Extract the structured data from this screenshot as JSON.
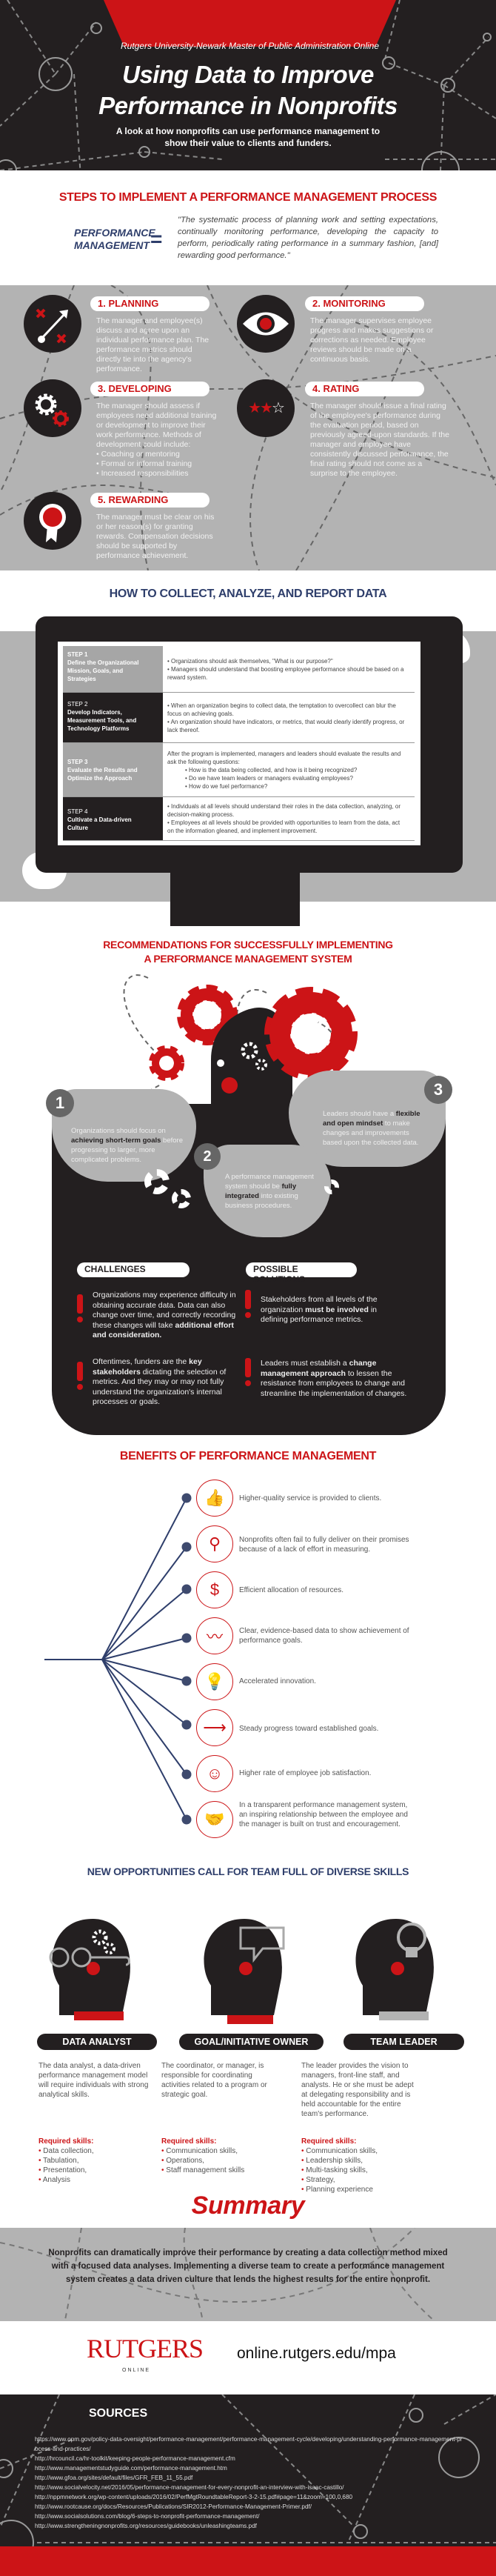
{
  "header": {
    "program": "Rutgers University-Newark Master of Public Administration Online",
    "title_line1": "Using Data to Improve",
    "title_line2": "Performance in Nonprofits",
    "subtitle": "A look at how nonprofits can use performance management to show their value to clients and funders."
  },
  "steps_section": {
    "heading": "STEPS TO IMPLEMENT A PERFORMANCE MANAGEMENT PROCESS",
    "term_line1": "PERFORMANCE",
    "term_line2": "MANAGEMENT",
    "equals": "=",
    "definition": "\"The systematic process of planning work and setting expectations, continually monitoring performance, developing the capacity to perform, periodically rating performance in a summary fashion, [and] rewarding good performance.\"",
    "steps": [
      {
        "title": "1. PLANNING",
        "icon": "plan-arrow-icon",
        "text": "The manager and employee(s) discuss and agree upon an individual performance plan. The performance metrics should directly tie into the agency's performance."
      },
      {
        "title": "2. MONITORING",
        "icon": "eye-icon",
        "text": "The manager supervises employee progress and makes suggestions or corrections as needed. Employee reviews should be made on a continuous basis."
      },
      {
        "title": "3. DEVELOPING",
        "icon": "gears-icon",
        "text": "The manager should assess if employees need additional training or development to improve their work performance. Methods of development could include:",
        "bullets": [
          "Coaching or mentoring",
          "Formal or informal training",
          "Increased responsibilities"
        ]
      },
      {
        "title": "4. RATING",
        "icon": "stars-icon",
        "text": "The manager should issue a final rating of the employee's performance during the evaluation period, based on previously agreed-upon standards. If the manager and employee have consistently discussed performance, the final rating should not come as a surprise to the employee."
      },
      {
        "title": "5. REWARDING",
        "icon": "award-ribbon-icon",
        "text": "The manager must be clear on his or her reason(s) for granting rewards. Compensation decisions should be supported by performance achievement."
      }
    ]
  },
  "data_section": {
    "heading": "HOW TO COLLECT, ANALYZE, AND REPORT DATA",
    "rows": [
      {
        "step": "STEP 1",
        "title": "Define the Organizational Mission, Goals, and Strategies",
        "lines": [
          "• Organizations should ask themselves, \"What is our purpose?\"",
          "• Managers should understand that boosting employee performance should be based on a reward system."
        ]
      },
      {
        "step": "STEP 2",
        "title": "Develop Indicators, Measurement Tools, and Technology Platforms",
        "lines": [
          "• When an organization begins to collect data, the temptation to overcollect can blur the focus on achieving goals.",
          "• An organization should have indicators, or metrics, that would clearly identify progress, or lack thereof."
        ]
      },
      {
        "step": "STEP 3",
        "title": "Evaluate the Results and Optimize the Approach",
        "lines": [
          "After the program is implemented, managers and leaders should evaluate the results and ask the following questions:",
          "• How is the data being collected, and how is it being recognized?",
          "• Do we have team leaders or managers evaluating employees?",
          "• How do we fuel performance?"
        ]
      },
      {
        "step": "STEP 4",
        "title": "Cultivate a Data-driven Culture",
        "lines": [
          "• Individuals at all levels should understand their roles in the data collection, analyzing, or decision-making process.",
          "• Employees at all levels should be provided with opportunities to learn from the data, act on the information gleaned, and implement improvement."
        ]
      }
    ]
  },
  "recommendations": {
    "heading_line1": "RECOMMENDATIONS FOR SUCCESSFULLY IMPLEMENTING",
    "heading_line2": "A PERFORMANCE MANAGEMENT SYSTEM",
    "items": [
      {
        "num": "1",
        "pre": "Organizations should focus on ",
        "bold": "achieving short-term goals",
        "post": " before progressing to larger, more complicated problems."
      },
      {
        "num": "2",
        "pre": "A performance management system should be ",
        "bold": "fully integrated",
        "post": " into existing business procedures."
      },
      {
        "num": "3",
        "pre": "Leaders should have a ",
        "bold": "flexible and open mindset",
        "post": " to make changes and improvements based upon the collected data."
      }
    ],
    "challenges_label": "CHALLENGES",
    "solutions_label": "POSSIBLE SOLUTIONS",
    "challenges": [
      {
        "pre": "Organizations may experience difficulty in obtaining accurate data. Data can also change over time, and correctly recording these changes will take ",
        "bold": "additional effort and consideration.",
        "post": ""
      },
      {
        "pre": "Oftentimes, funders are the ",
        "bold": "key stakeholders",
        "post": " dictating the selection of metrics. And they may or may not fully understand the organization's internal processes or goals."
      }
    ],
    "solutions": [
      {
        "pre": "Stakeholders from all levels of the organization ",
        "bold": "must be involved",
        "post": " in defining performance metrics."
      },
      {
        "pre": "Leaders must establish a ",
        "bold": "change management approach",
        "post": " to lessen the resistance from employees to change and streamline the implementation of changes."
      }
    ]
  },
  "benefits": {
    "heading": "BENEFITS OF PERFORMANCE MANAGEMENT",
    "items": [
      {
        "icon": "thumbs-up-icon",
        "glyph": "👍",
        "text": "Higher-quality service is provided to clients."
      },
      {
        "icon": "magnifier-icon",
        "glyph": "⚲",
        "text": "Nonprofits often fail to fully deliver on their promises because of a lack of effort in measuring."
      },
      {
        "icon": "dollar-icon",
        "glyph": "$",
        "text": "Efficient allocation of resources."
      },
      {
        "icon": "line-chart-icon",
        "glyph": "〰",
        "text": "Clear, evidence-based data to show achievement of performance goals."
      },
      {
        "icon": "lightbulb-icon",
        "glyph": "💡",
        "text": "Accelerated innovation."
      },
      {
        "icon": "arrow-right-icon",
        "glyph": "⟶",
        "text": "Steady progress toward established goals."
      },
      {
        "icon": "smiley-icon",
        "glyph": "☺",
        "text": "Higher rate of employee job satisfaction."
      },
      {
        "icon": "handshake-icon",
        "glyph": "🤝",
        "text": "In a transparent performance management system, an inspiring relationship between the employee and the manager is built on trust and encouragement."
      }
    ]
  },
  "team": {
    "heading": "NEW OPPORTUNITIES CALL FOR TEAM FULL OF DIVERSE SKILLS",
    "required_label": "Required skills:",
    "roles": [
      {
        "title": "DATA ANALYST",
        "desc": "The data analyst, a data-driven performance management model will require individuals with strong analytical skills.",
        "skills": [
          "Data collection,",
          "Tabulation,",
          "Presentation,",
          "Analysis"
        ]
      },
      {
        "title": "GOAL/INITIATIVE OWNER",
        "desc": "The coordinator, or manager, is responsible for coordinating activities related to a program or strategic goal.",
        "skills": [
          "Communication skills,",
          "Operations,",
          "Staff management skills"
        ]
      },
      {
        "title": "TEAM LEADER",
        "desc": "The leader provides the vision to managers, front-line staff, and analysts. He or she must be adept at delegating responsibility and is held accountable for the entire team's performance.",
        "skills": [
          "Communication skills,",
          "Leadership skills,",
          "Multi-tasking skills,",
          "Strategy,",
          "Planning experience"
        ]
      }
    ]
  },
  "summary": {
    "heading": "Summary",
    "text": "Nonprofits can dramatically improve their performance by creating a data collection method mixed with a focused data analyses. Implementing a diverse team to create a performance management system creates a data driven culture that lends the highest results for the entire nonprofit."
  },
  "footer": {
    "logo_main": "RUTGERS",
    "logo_sub": "ONLINE",
    "url": "online.rutgers.edu/mpa",
    "sources_heading": "SOURCES",
    "sources": [
      "https://www.opm.gov/policy-data-oversight/performance-management/performance-management-cycle/developing/understanding-performance-management-process-and-practices/",
      "http://hrcouncil.ca/hr-toolkit/keeping-people-performance-management.cfm",
      "http://www.managementstudyguide.com/performance-management.htm",
      "http://www.gfoa.org/sites/default/files/GFR_FEB_11_55.pdf",
      "http://www.socialvelocity.net/2016/05/performance-management-for-every-nonprofit-an-interview-with-isaac-castillo/",
      "http://nppmnetwork.org/wp-content/uploads/2016/02/PerfMgtRoundtableReport-3-2-15.pdf#page=11&zoom=100,0,680",
      "http://www.rootcause.org/docs/Resources/Publications/SIR2012-Performance-Management-Primer.pdf/",
      "http://www.socialsolutions.com/blog/6-steps-to-nonprofit-performance-management/",
      "http://www.strengtheningnonprofits.org/resources/guidebooks/unleashingteams.pdf"
    ]
  },
  "colors": {
    "red": "#cc1417",
    "dark": "#231f20",
    "gray": "#b3b3b3",
    "navy": "#2e3e6b"
  }
}
